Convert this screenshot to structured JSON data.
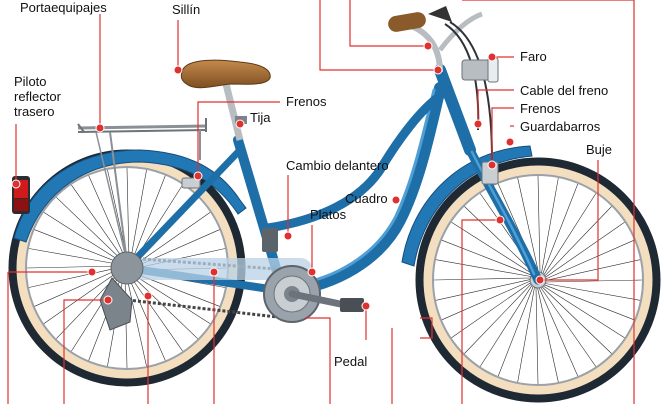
{
  "colors": {
    "frame": "#1e6fa8",
    "frame_highlight": "#4f9fd6",
    "leader": "#e03131",
    "tire": "#1f2933",
    "rim_band": "#f3dfbf",
    "saddle": "#a8713a",
    "grips": "#8a5a2b",
    "tail_light": "#d11a1a"
  },
  "labels": {
    "portaequipajes": "Portaequipajes",
    "sillin": "Sillín",
    "piloto_1": "Piloto",
    "piloto_2": "reflector",
    "piloto_3": "trasero",
    "frenos_top": "Frenos",
    "tija": "Tija",
    "cambio_delantero": "Cambio delantero",
    "cuadro": "Cuadro",
    "platos": "Platos",
    "pedal": "Pedal",
    "faro": "Faro",
    "cable_freno": "Cable del freno",
    "frenos_front": "Frenos",
    "guardabarros": "Guardabarros",
    "buje": "Buje"
  }
}
